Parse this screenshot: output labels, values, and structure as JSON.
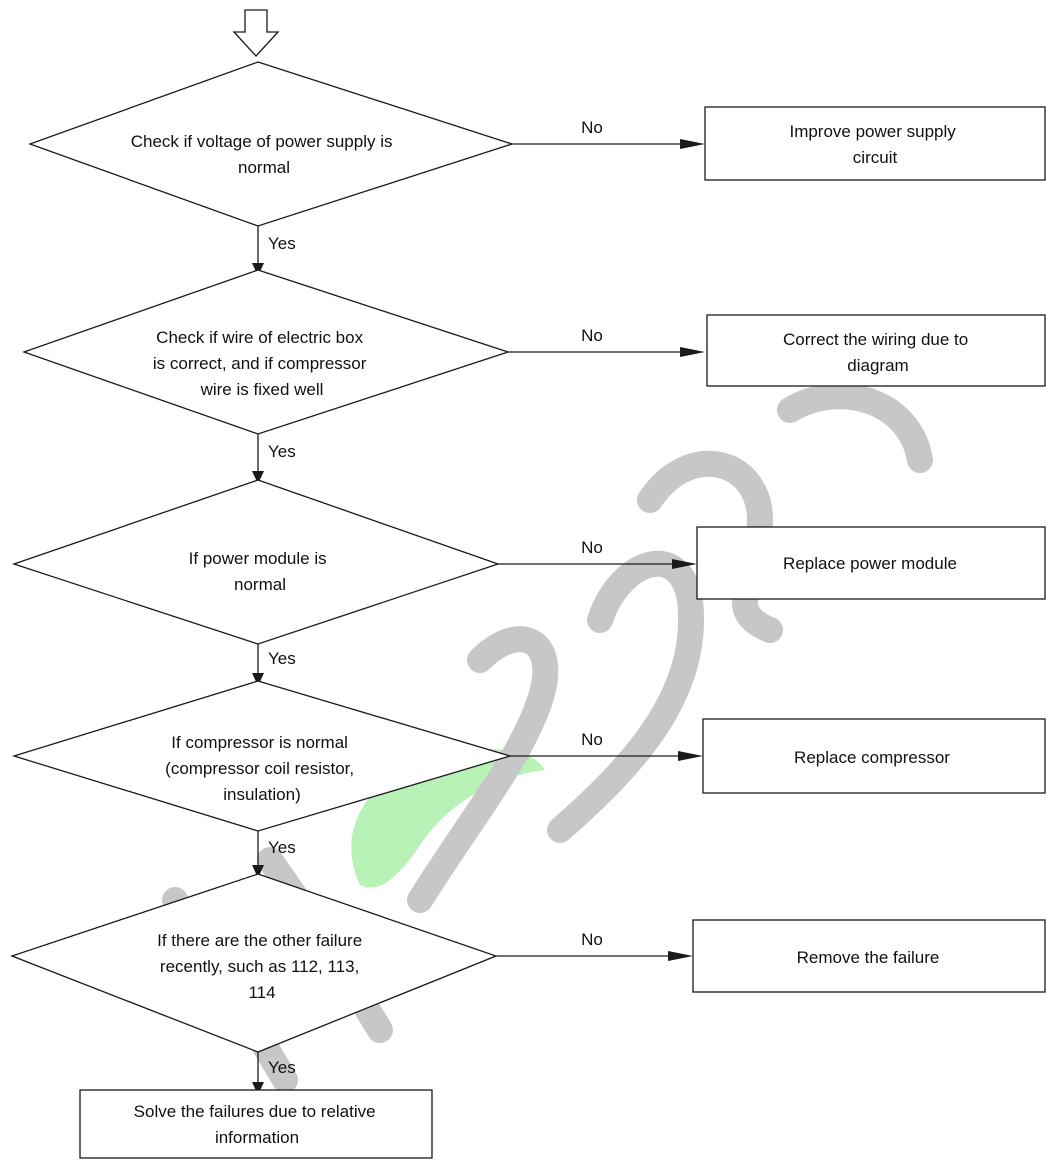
{
  "diagram": {
    "decisions": [
      {
        "id": "d1",
        "lines": [
          "Check if voltage of power supply is",
          "normal"
        ]
      },
      {
        "id": "d2",
        "lines": [
          "Check if wire of electric box",
          "is correct, and if compressor",
          "wire is fixed well"
        ]
      },
      {
        "id": "d3",
        "lines": [
          "If power module is",
          "normal"
        ]
      },
      {
        "id": "d4",
        "lines": [
          "If compressor is normal",
          "(compressor coil resistor,",
          "insulation)"
        ]
      },
      {
        "id": "d5",
        "lines": [
          "If there are the other failure",
          "recently, such as 112, 113,",
          "114"
        ]
      }
    ],
    "actions": [
      {
        "id": "a1",
        "lines": [
          "Improve power supply",
          "circuit"
        ]
      },
      {
        "id": "a2",
        "lines": [
          "Correct the wiring due to",
          "diagram"
        ]
      },
      {
        "id": "a3",
        "lines": [
          "Replace power module"
        ]
      },
      {
        "id": "a4",
        "lines": [
          "Replace compressor"
        ]
      },
      {
        "id": "a5",
        "lines": [
          "Remove the failure"
        ]
      }
    ],
    "final": {
      "id": "f1",
      "lines": [
        "Solve the failures due to relative",
        "information"
      ]
    },
    "no_label": "No",
    "yes_label": "Yes"
  },
  "watermark": {
    "text": "nsens",
    "grey": "#c7c7c7",
    "green": "#b9f2b6"
  },
  "colors": {
    "line": "#1a1a1a",
    "text": "#111111",
    "background": "#ffffff"
  }
}
